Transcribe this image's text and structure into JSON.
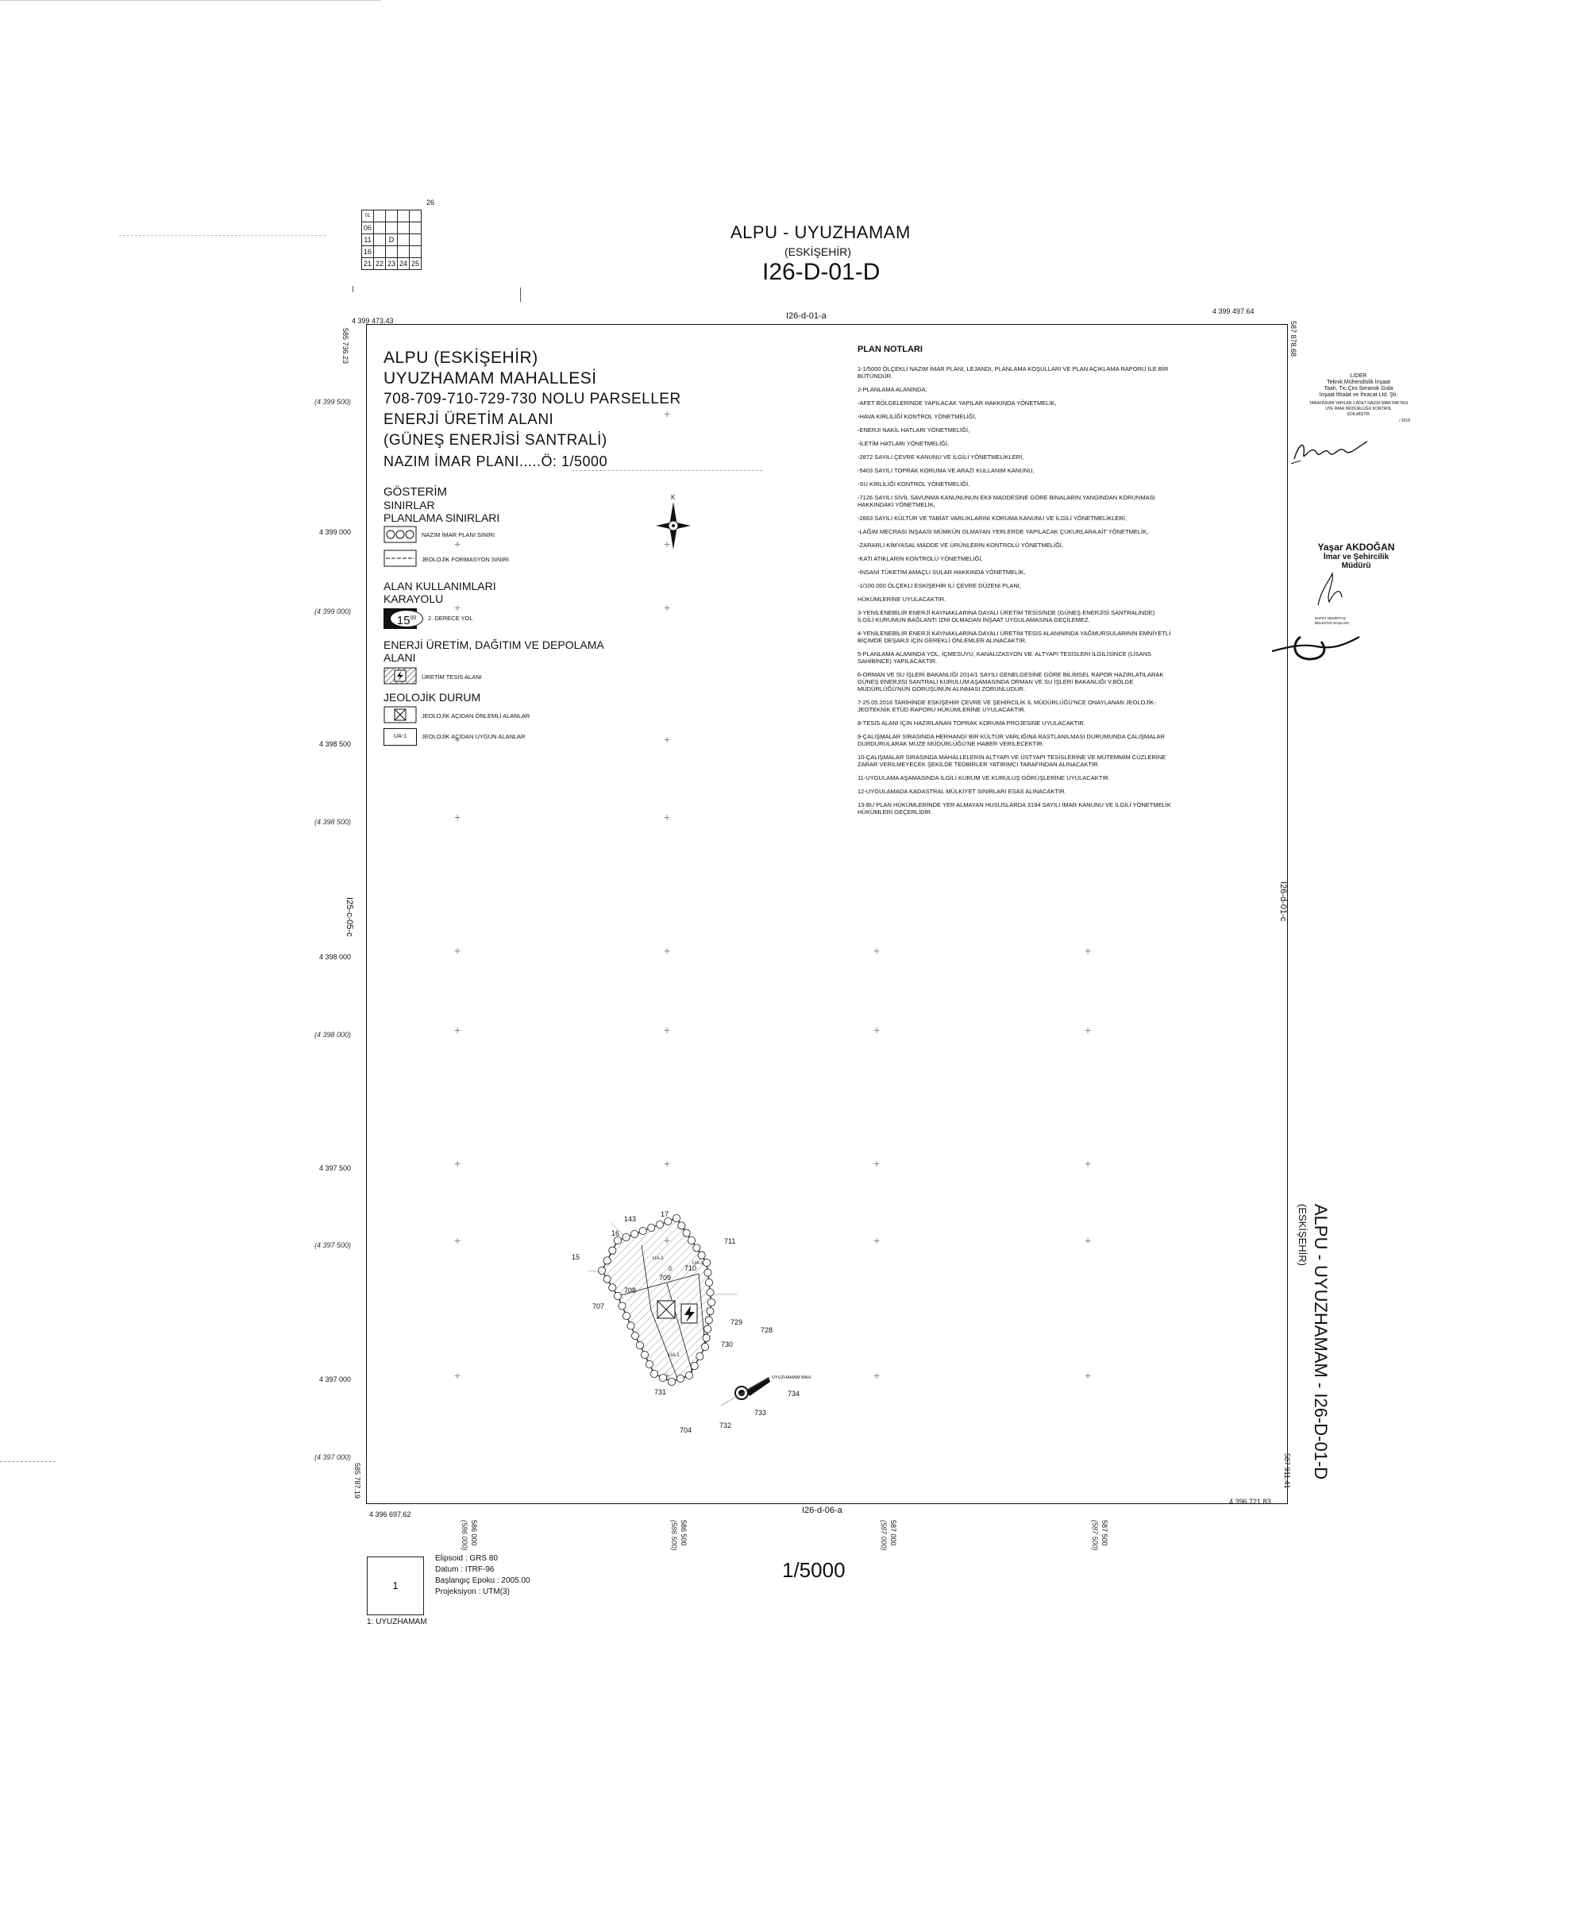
{
  "header": {
    "title": "ALPU - UYUZHAMAM",
    "province": "(ESKİŞEHİR)",
    "sheet_code": "I26-D-01-D"
  },
  "index_grid": {
    "top_label": "26",
    "rows": [
      [
        "01",
        "",
        " ",
        "",
        ""
      ],
      [
        "06",
        "",
        "",
        "",
        ""
      ],
      [
        "11",
        "",
        "D",
        "",
        ""
      ],
      [
        "16",
        "",
        "",
        "",
        ""
      ],
      [
        "21",
        "22",
        "23",
        "24",
        "25"
      ]
    ]
  },
  "frame": {
    "top_sheet": "I26-d-01-a",
    "bottom_sheet": "I26-d-06-a",
    "left_sheet": "I25-c-05-c",
    "right_sheet": "I26-d-01-c",
    "corner_tl": "4 399 473.43",
    "corner_tr": "4 399 497.64",
    "corner_bl": "4 396 697.62",
    "corner_br": "4 396 721.83",
    "left_top_vertical": "585 736.23",
    "left_bottom_vertical": "585 787.19",
    "right_top_vertical": "587 878.68",
    "right_bottom_vertical": "587 911.41"
  },
  "left_coords": [
    {
      "text": "(4 399 500)",
      "italic": true
    },
    {
      "text": "4 399 000",
      "italic": false
    },
    {
      "text": "(4 399 000)",
      "italic": true
    },
    {
      "text": "4 398 500",
      "italic": false
    },
    {
      "text": "(4 398 500)",
      "italic": true
    },
    {
      "text": "4 398 000",
      "italic": false
    },
    {
      "text": "(4 398 000)",
      "italic": true
    },
    {
      "text": "4 397 500",
      "italic": false
    },
    {
      "text": "(4 397 500)",
      "italic": true
    },
    {
      "text": "4 397 000",
      "italic": false
    },
    {
      "text": "(4 397 000)",
      "italic": true
    }
  ],
  "bottom_coords": [
    {
      "main": "586 000",
      "alt": "(586 000)"
    },
    {
      "main": "586 500",
      "alt": "(586 500)"
    },
    {
      "main": "587 000",
      "alt": "(587 000)"
    },
    {
      "main": "587 500",
      "alt": "(587 500)"
    }
  ],
  "plan": {
    "title_lines": [
      "ALPU (ESKİŞEHİR)",
      "UYUZHAMAM MAHALLESİ",
      "708-709-710-729-730 NOLU PARSELLER",
      "ENERJİ ÜRETİM ALANI",
      "(GÜNEŞ ENERJİSİ SANTRALİ)",
      "NAZIM İMAR PLANI.....Ö: 1/5000"
    ]
  },
  "legend": {
    "title": "GÖSTERİM",
    "sinirlar": "SINIRLAR",
    "planlama_sinirlari": "PLANLAMA SINIRLARI",
    "nazim_siniri": "NAZIM İMAR PLANI SINIRI",
    "jeolojik_sinir": "JEOLOJİK FORMASYON SINIRI",
    "alan_kullanimlari": "ALAN KULLANIMLARI",
    "karayolu": "KARAYOLU",
    "road_number": "15",
    "road_sup": "00",
    "derece_yol": "2. DERECE YOL",
    "enerji_heading": "ENERJİ ÜRETİM, DAĞITIM VE DEPOLAMA ALANI",
    "uretim_tesis": "ÜRETİM TESİS ALANI",
    "jeolojik_durum": "JEOLOJİK DURUM",
    "onlemli": "JEOLOJİK AÇIDAN ÖNLEMLİ ALANLAR",
    "uygun_code": "UA-1",
    "uygun": "JEOLOJİK AÇIDAN UYGUN ALANLAR"
  },
  "north": "K",
  "notes": {
    "heading": "PLAN NOTLARI",
    "items": [
      "1-1/5000 ÖLÇEKLİ NAZIM İMAR PLANI, LEJANDI, PLANLAMA KOŞULLARI VE PLAN AÇIKLAMA RAPORU İLE BİR BÜTÜNDÜR.",
      "2-PLANLAMA ALANINDA;",
      "-AFET BÖLGELERİNDE YAPILACAK YAPILAR HAKKINDA YÖNETMELİK,",
      "-HAVA KİRLİLİĞİ KONTROL YÖNETMELİĞİ,",
      "-ENERJİ NAKİL HATLARI YÖNETMELİĞİ,",
      "-İLETİM HATLARI YÖNETMELİĞİ,",
      "-2872 SAYILI ÇEVRE KANUNU VE İLGİLİ YÖNETMELİKLERİ,",
      "-5403 SAYILI TOPRAK KORUMA VE ARAZİ KULLANIM KANUNU,",
      "-SU KİRLİLİĞİ KONTROL YÖNETMELİĞİ,",
      "-7126 SAYILI SİVİL SAVUNMA KANUNUNUN EK9 MADDESİNE GÖRE BİNALARIN YANGINDAN KORUNMASI HAKKINDAKİ YÖNETMELİK,",
      "-2863 SAYILI KÜLTÜR VE TABİAT VARLIKLARINI KORUMA KANUNU VE İLGİLİ YÖNETMELİKLERİ,",
      "-LAĞIM MECRASI İNŞAASI MÜMKÜN OLMAYAN YERLERDE YAPILACAK ÇUKURLARA AİT YÖNETMELİK,",
      "-ZARARLI KİMYASAL MADDE VE ÜRÜNLERİN KONTROLÜ YÖNETMELİĞİ,",
      "-KATI ATIKLARIN KONTROLÜ YÖNETMELİĞİ,",
      "-İNSANİ TÜKETİM AMAÇLI SULAR HAKKINDA YÖNETMELİK,",
      "-1/100.000 ÖLÇEKLİ ESKİŞEHİR İLİ ÇEVRE DÜZENİ PLANI,",
      "HÜKÜMLERİNE UYULACAKTIR.",
      "3-YENİLENEBİLİR ENERJİ KAYNAKLARINA DAYALI ÜRETİM TESİSİNDE (GÜNEŞ ENERJİSİ SANTRALİNDE) İLGİLİ KURUMUN BAĞLANTI İZNİ OLMADAN İNŞAAT UYGULAMASINA GEÇİLEMEZ.",
      "4-YENİLENEBİLİR ENERJİ KAYNAKLARINA DAYALI ÜRETİM TESİS ALANININDA YAĞMURSULARININ EMNİYETLİ BİÇİMDE DEŞARJI İÇİN GEREKLİ ÖNLEMLER ALINACAKTIR.",
      "5-PLANLAMA ALANINDA YOL, İÇMESUYU, KANALİZASYON VB. ALTYAPI TESİSLERİ İLGİLİSİNCE (LİSANS SAHİBİNCE) YAPILACAKTIR.",
      "6-ORMAN VE SU İŞLERİ BAKANLIĞI 2014/1 SAYILI GENELGESİNE GÖRE BİLİMSEL RAPOR HAZIRLATILARAK GÜNEŞ ENERJİSİ SANTRALİ KURULUM AŞAMASINDA ORMAN VE SU İŞLERİ BAKANLIĞI V.BÖLGE MÜDÜRLÜĞÜ'NÜN GÖRÜŞÜNÜN ALINMASI ZORUNLUDUR.",
      "7-25.05.2016 TARİHİNDE ESKİŞEHİR ÇEVRE VE ŞEHİRCİLİK İL MÜDÜRLÜĞÜ'NCE ONAYLANAN JEOLOJİK-JEOTEKNİK ETÜD RAPORU HÜKÜMLERİNE UYULACAKTIR.",
      "8-TESİS ALANI İÇİN HAZIRLANAN TOPRAK KORUMA PROJESİNE UYULACAKTIR.",
      "9-ÇALIŞMALAR SIRASINDA HERHANGİ BİR KÜLTÜR VARLIĞINA RASTLANILMASI DURUMUNDA ÇALIŞMALAR DURDURULARAK MÜZE MÜDÜRLÜĞÜ'NE HABER VERİLECEKTİR.",
      "10-ÇALIŞMALAR SIRASINDA MAHALLELERİN ALTYAPI VE ÜSTYAPI TESİSLERİNE VE MÜTEMMİM CÜZLERİNE ZARAR VERİLMEYECEK ŞEKİLDE TEDBİRLER YATIRIMCI TARAFINDAN ALINACAKTIR.",
      "11-UYGULAMA AŞAMASINDA İLGİLİ KURUM VE KURULUŞ GÖRÜŞLERİNE UYULACAKTIR.",
      "12-UYGULAMADA KADASTRAL MÜLKİYET SINIRLARI ESAS ALINACAKTIR.",
      "13-BU PLAN HÜKÜMLERİNDE YER ALMAYAN HUSUSLARDA 3194 SAYILI İMAR KANUNU VE İLGİLİ YÖNETMELİK HÜKÜMLERİ GEÇERLİDİR."
    ]
  },
  "parcels": {
    "labels": [
      "143",
      "17",
      "16",
      "711",
      "15",
      "709",
      "710",
      "708",
      "707",
      "729",
      "728",
      "730",
      "731",
      "733",
      "734",
      "704",
      "732"
    ],
    "small": [
      "UA-1",
      "Ö",
      "UA-1",
      "UA-1"
    ],
    "road_label": "UYUZHAMAM MAH."
  },
  "stamps": {
    "company_lines": [
      "LİDER",
      "Teknik Mühendislik İnşaat",
      "Taah. Tic.Çini Seramik Gıda",
      "İnşaat İthalat ve İhracat Ltd. Şti."
    ],
    "small_lines": [
      "TARAFINDAN YAPILAN 1 ADET NAZIM İMAR PAFTASI",
      "ÜYE İMAR MÜDÜRLÜĞÜ KONTROL",
      "EDİLMİŞTİR"
    ],
    "date_mark": "/ 2018",
    "officer_name": "Yaşar AKDOĞAN",
    "officer_title_1": "İmar ve Şehircilik",
    "officer_title_2": "Müdürü",
    "small_stamp": "RAFET DEMİRTAŞ BELEDİYE BAŞKANI"
  },
  "side_title": {
    "main": "ALPU - UYUZHAMAM - I26-D-01-D",
    "sub": "(ESKİŞEHİR)"
  },
  "footer": {
    "scale": "1/5000",
    "box_number": "1",
    "caption": "1: UYUZHAMAM",
    "elipsoid": "Elipsoid : GRS 80",
    "datum": "Datum : ITRF-96",
    "epoch": "Başlangıç Epoku : 2005.00",
    "projection": "Projeksiyon : UTM(3)"
  }
}
